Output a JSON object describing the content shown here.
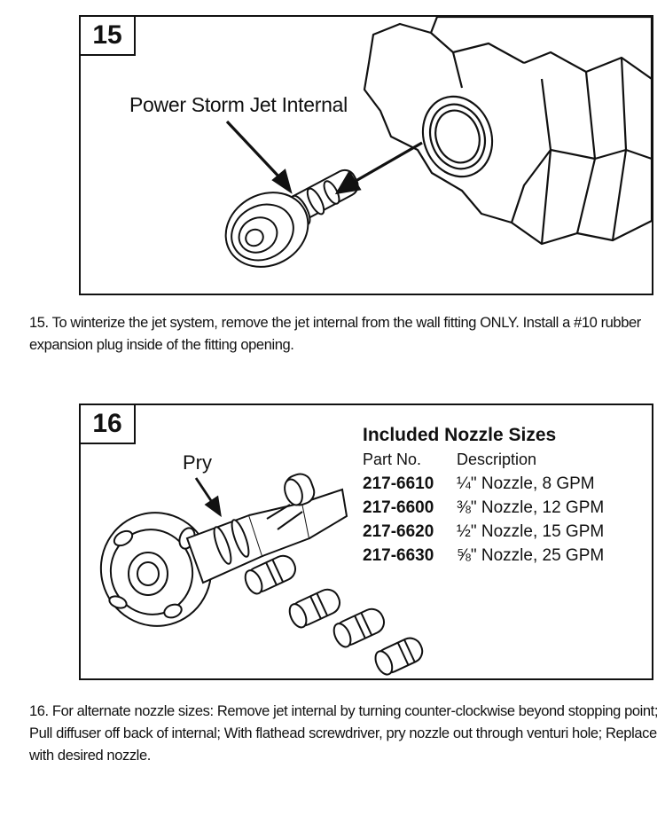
{
  "step15": {
    "number": "15",
    "callout": "Power Storm Jet Internal",
    "caption": "15. To winterize the jet system, remove the jet internal from the wall fitting ONLY. Install a #10 rubber expansion plug inside of the fitting opening."
  },
  "step16": {
    "number": "16",
    "callout": "Pry",
    "caption": "16. For alternate nozzle sizes: Remove jet internal by turning counter-clockwise beyond stopping point; Pull diffuser off back of internal; With flathead screwdriver, pry nozzle out through venturi hole; Replace with desired nozzle.",
    "table": {
      "title": "Included Nozzle Sizes",
      "headers": [
        "Part No.",
        "Description"
      ],
      "rows": [
        {
          "part": "217-6610",
          "desc": "¼\" Nozzle, 8 GPM"
        },
        {
          "part": "217-6600",
          "desc": "⅜\" Nozzle, 12 GPM"
        },
        {
          "part": "217-6620",
          "desc": "½\" Nozzle, 15 GPM"
        },
        {
          "part": "217-6630",
          "desc": "⅝\" Nozzle, 25 GPM"
        }
      ]
    }
  }
}
